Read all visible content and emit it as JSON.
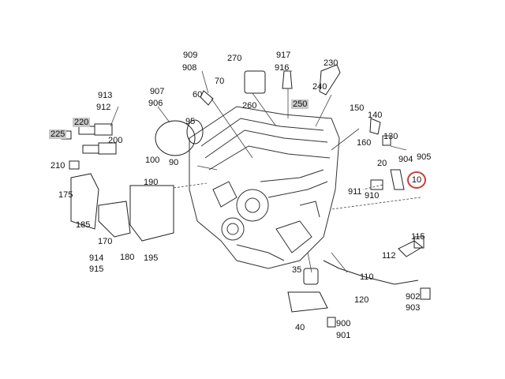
{
  "diagram": {
    "highlight_color": "#c8c8c8",
    "callout_color": "#d23a2f",
    "labels": [
      "909",
      "908",
      "270",
      "917",
      "916",
      "230",
      "70",
      "60",
      "907",
      "906",
      "240",
      "913",
      "912",
      "260",
      "250",
      "220",
      "95",
      "150",
      "140",
      "225",
      "200",
      "160",
      "130",
      "100",
      "90",
      "904",
      "905",
      "210",
      "20",
      "10",
      "911",
      "910",
      "190",
      "175",
      "185",
      "170",
      "914",
      "915",
      "180",
      "195",
      "115",
      "112",
      "35",
      "110",
      "120",
      "902",
      "903",
      "40",
      "900",
      "901"
    ],
    "highlighted_labels": [
      "250",
      "220",
      "225"
    ],
    "circled_label": "10"
  }
}
